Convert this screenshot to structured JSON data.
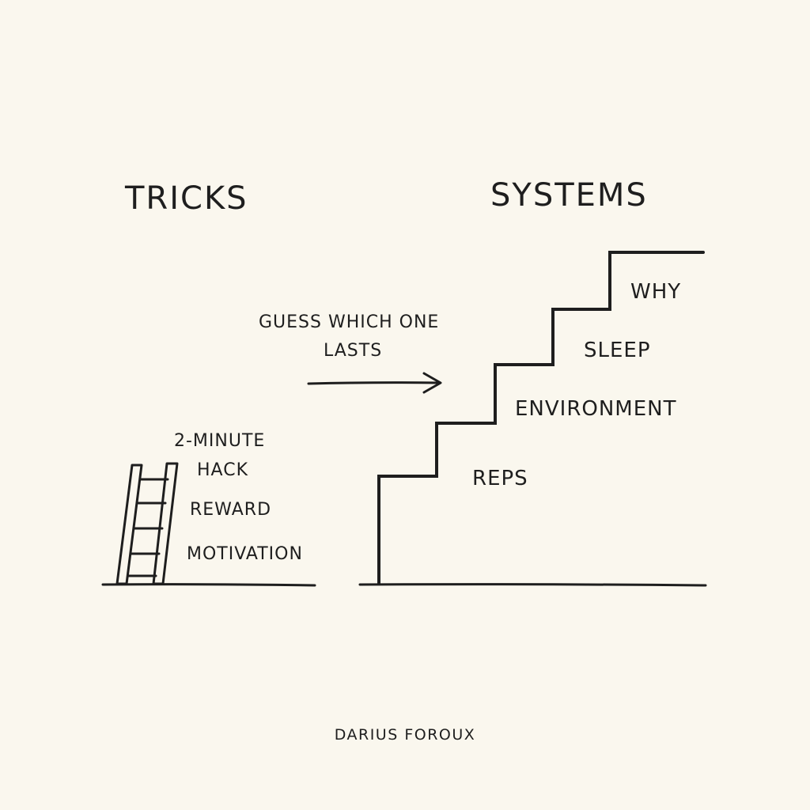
{
  "left": {
    "heading": "TRICKS",
    "items": [
      "2-MINUTE",
      "HACK",
      "REWARD",
      "MOTIVATION"
    ]
  },
  "right": {
    "heading": "SYSTEMS",
    "steps": [
      "REPS",
      "ENVIRONMENT",
      "SLEEP",
      "WHY"
    ]
  },
  "annotation": {
    "line1": "GUESS WHICH ONE",
    "line2": "LASTS"
  },
  "signature": "DARIUS FOROUX",
  "colors": {
    "background": "#faf7ee",
    "ink": "#1e1e1e"
  },
  "icons": [
    "ladder-icon",
    "staircase-icon",
    "arrow-right-icon"
  ]
}
